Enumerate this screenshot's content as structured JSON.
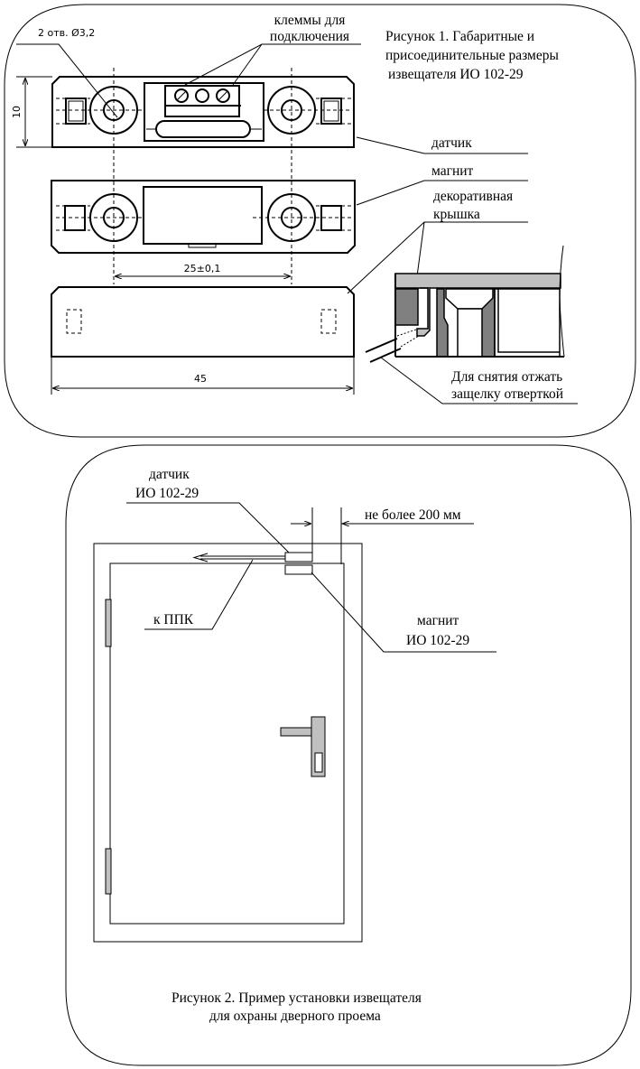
{
  "figure1": {
    "caption": [
      "Рисунок 1. Габаритные и",
      "присоединительные размеры",
      "извещателя ИО 102-29"
    ],
    "holes_label": "2 отв. Ø3,2",
    "terminals_label": [
      "клеммы для",
      "подключения"
    ],
    "height_dim": "10",
    "spacing_dim": "25±0,1",
    "length_dim": "45",
    "sensor_label": "датчик",
    "magnet_label": "магнит",
    "cover_label": [
      "декоративная",
      "крышка"
    ],
    "removal_note": [
      "Для снятия отжать",
      "защелку отверткой"
    ]
  },
  "figure2": {
    "sensor_label": [
      "датчик",
      "ИО 102-29"
    ],
    "distance_label": "не более 200 мм",
    "panel_label": "к ППК",
    "magnet_label": [
      "магнит",
      "ИО 102-29"
    ],
    "caption": [
      "Рисунок 2.  Пример установки  извещателя",
      "для охраны дверного проема"
    ]
  },
  "colors": {
    "cover": "#c0c0c0",
    "body": "#808080"
  }
}
